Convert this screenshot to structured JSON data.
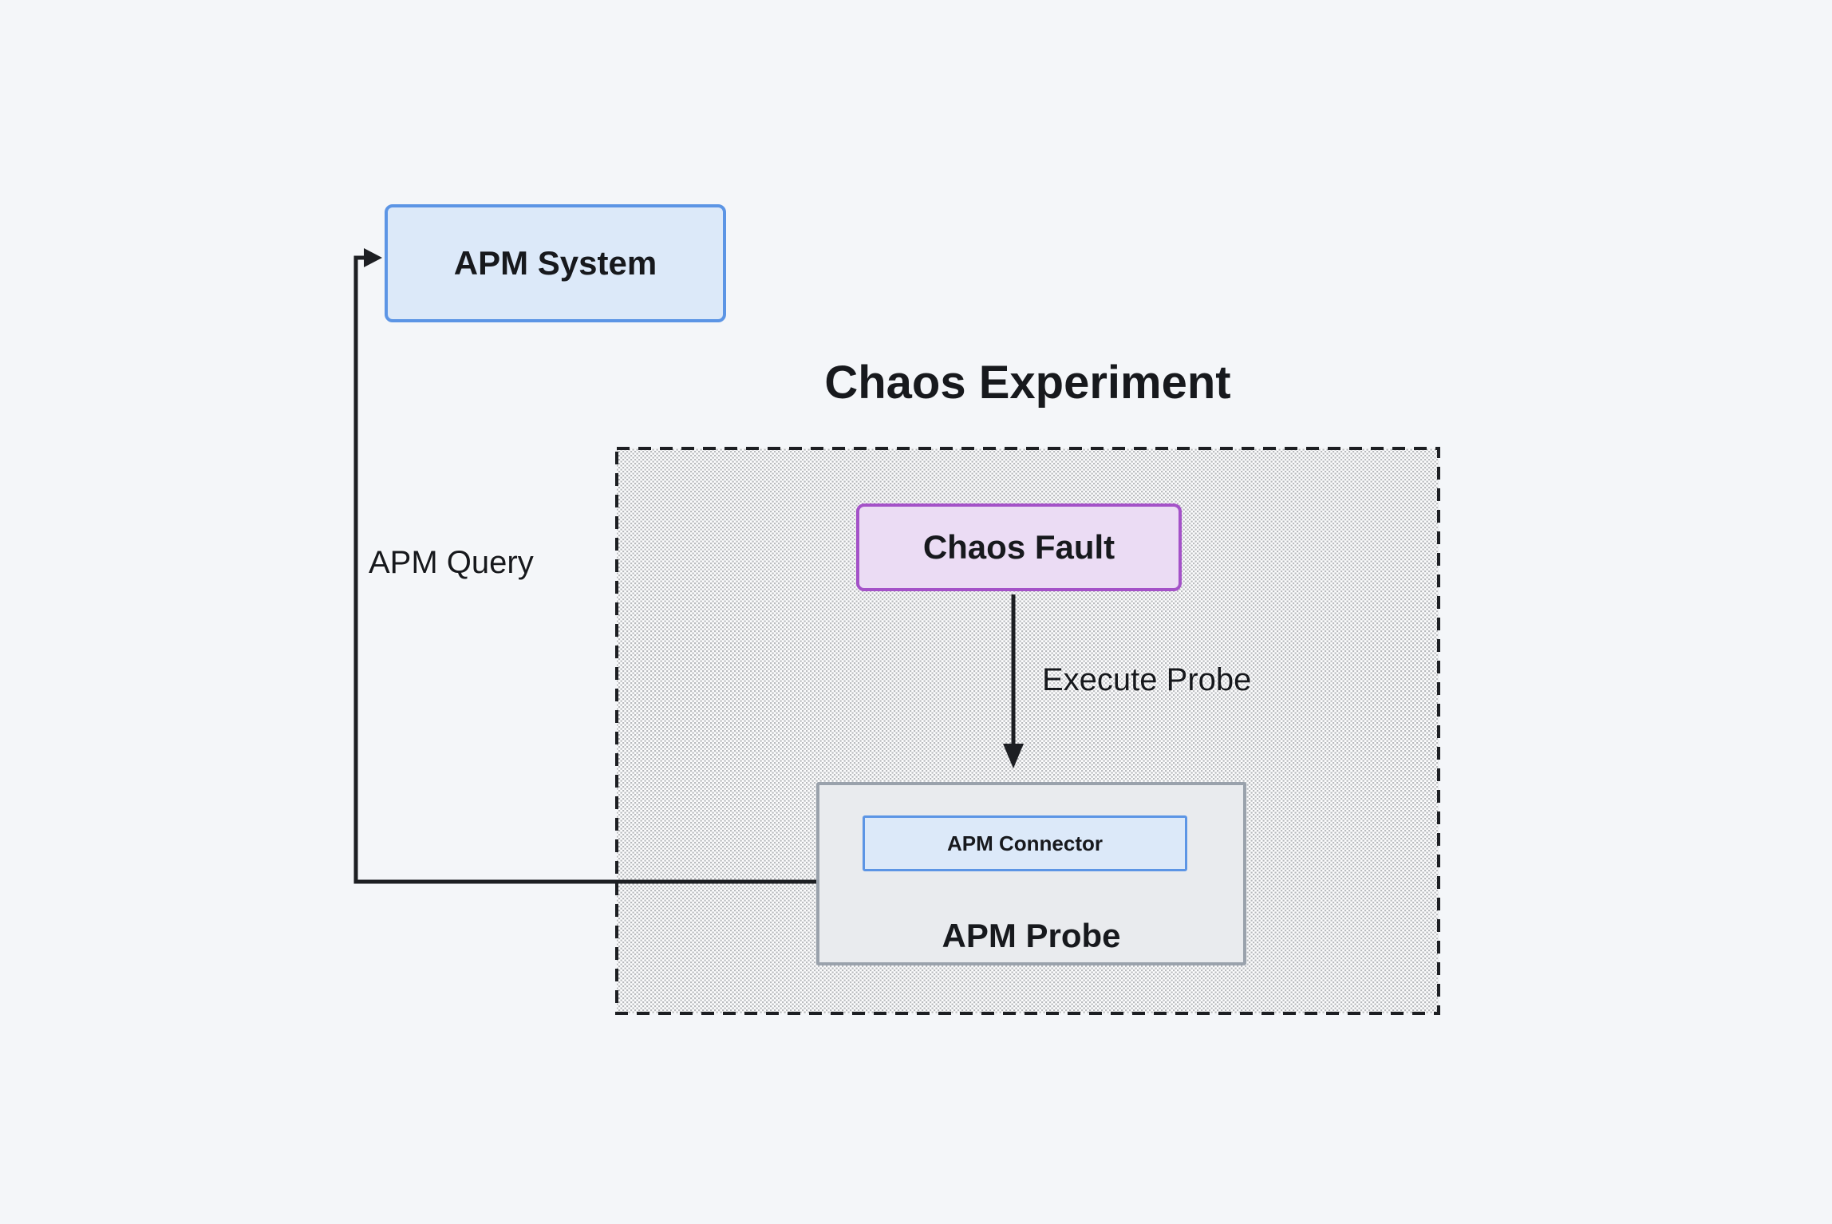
{
  "title": "Chaos Experiment",
  "nodes": {
    "apm_system": {
      "label": "APM System"
    },
    "chaos_fault": {
      "label": "Chaos Fault"
    },
    "apm_probe": {
      "label": "APM Probe"
    },
    "apm_connector": {
      "label": "APM Connector"
    }
  },
  "edges": {
    "execute_probe": {
      "label": "Execute Probe"
    },
    "apm_query": {
      "label": "APM Query"
    }
  },
  "colors": {
    "page_bg": "#f4f6f9",
    "blue_fill": "#dce9f9",
    "blue_border": "#5c95e5",
    "purple_fill": "#ebdcf4",
    "purple_border": "#a452c8",
    "gray_fill": "#e9ebee",
    "gray_border": "#9aa2ac",
    "hatch_dot": "#b8babd",
    "hatch_bg": "#fdfdfe",
    "line": "#1d1f23",
    "text": "#17191d"
  }
}
